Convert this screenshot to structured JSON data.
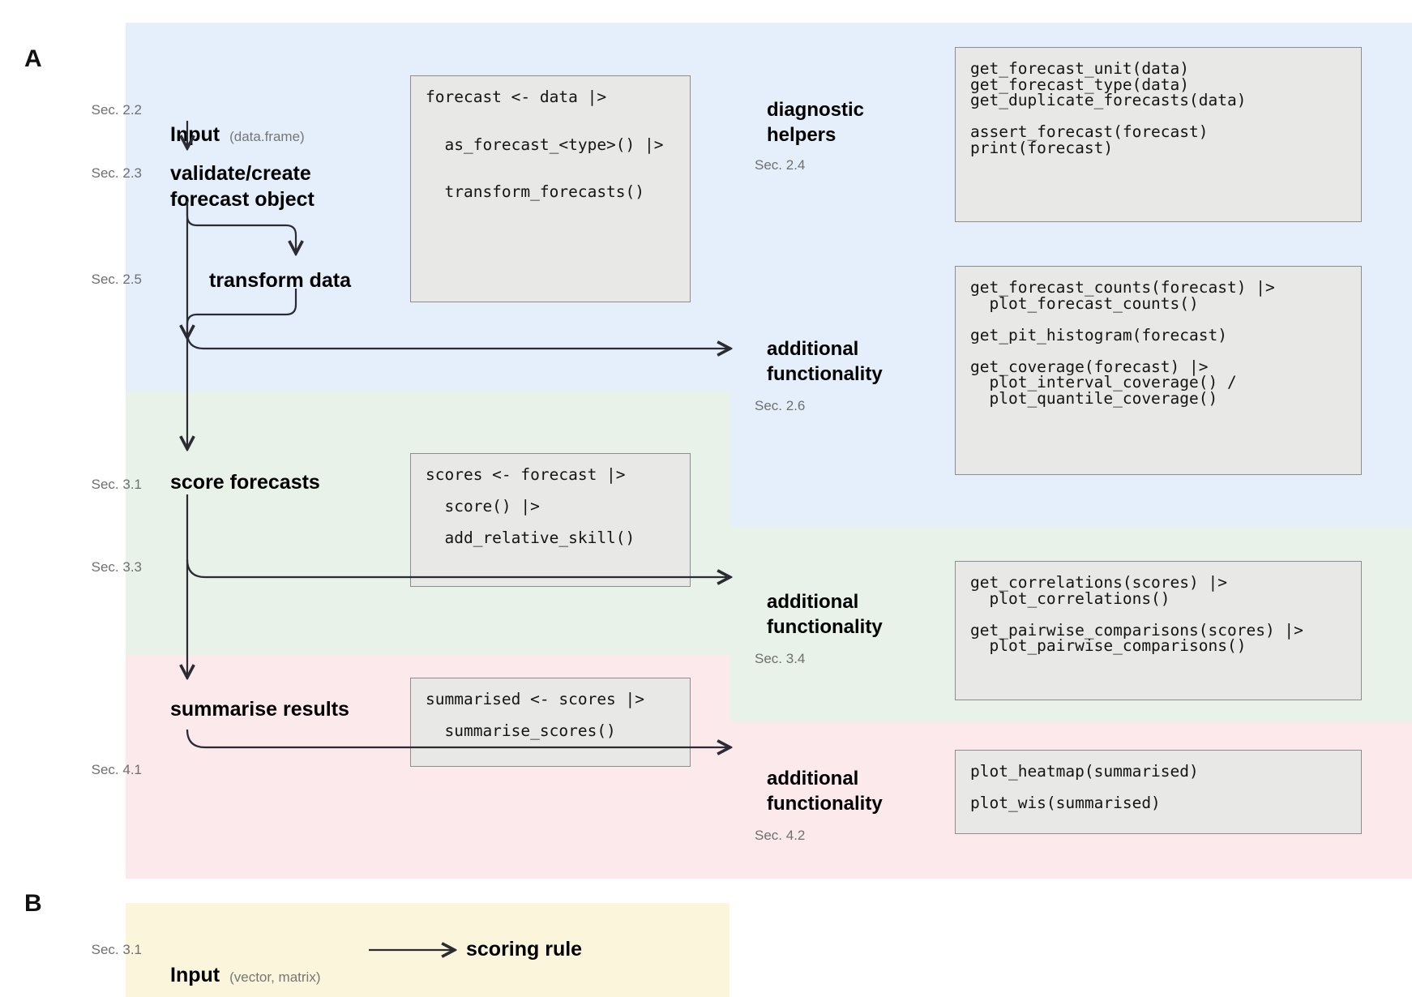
{
  "figure": {
    "panels": [
      {
        "letter": "A"
      },
      {
        "letter": "B"
      }
    ],
    "colors": {
      "band_blue": "#e5effb",
      "band_green": "#e9f2e9",
      "band_pink": "#fbe9ec",
      "band_yellow": "#fbf5dc",
      "code_bg": "#e8e8e6",
      "code_border": "#8d8d8d",
      "arrow": "#2b2b33",
      "section_tag": "#6f6f6f",
      "sub_label": "#767676"
    }
  },
  "panel_a": {
    "section_tags": [
      {
        "id": "sec-2-2",
        "label": "Sec. 2.2"
      },
      {
        "id": "sec-2-3",
        "label": "Sec. 2.3"
      },
      {
        "id": "sec-2-5",
        "label": "Sec. 2.5"
      },
      {
        "id": "sec-3-1",
        "label": "Sec. 3.1"
      },
      {
        "id": "sec-3-3",
        "label": "Sec. 3.3"
      },
      {
        "id": "sec-4-1",
        "label": "Sec. 4.1"
      }
    ],
    "steps": {
      "input": {
        "label": "Input",
        "sub": "(data.frame)"
      },
      "validate": {
        "label": "validate/create\nforecast object"
      },
      "transform": {
        "label": "transform data"
      },
      "score": {
        "label": "score forecasts"
      },
      "summarise": {
        "label": "summarise results"
      }
    },
    "code_blocks": {
      "pipeline_forecast": "forecast <- data |>\n\n\n  as_forecast_<type>() |>\n\n\n  transform_forecasts()",
      "pipeline_score": "scores <- forecast |>\n\n  score() |>\n\n  add_relative_skill()",
      "pipeline_summarise": "summarised <- scores |>\n\n  summarise_scores()"
    },
    "right_groups": [
      {
        "id": "diagnostic-helpers",
        "heading": "diagnostic\nhelpers",
        "section": "Sec. 2.4",
        "code": "get_forecast_unit(data)\nget_forecast_type(data)\nget_duplicate_forecasts(data)\n\nassert_forecast(forecast)\nprint(forecast)"
      },
      {
        "id": "additional-functionality-2-6",
        "heading": "additional\nfunctionality",
        "section": "Sec. 2.6",
        "code": "get_forecast_counts(forecast) |>\n  plot_forecast_counts()\n\nget_pit_histogram(forecast)\n\nget_coverage(forecast) |>\n  plot_interval_coverage() /\n  plot_quantile_coverage()"
      },
      {
        "id": "additional-functionality-3-4",
        "heading": "additional\nfunctionality",
        "section": "Sec. 3.4",
        "code": "get_correlations(scores) |>\n  plot_correlations()\n\nget_pairwise_comparisons(scores) |>\n  plot_pairwise_comparisons()"
      },
      {
        "id": "additional-functionality-4-2",
        "heading": "additional\nfunctionality",
        "section": "Sec. 4.2",
        "code": "plot_heatmap(summarised)\n\nplot_wis(summarised)"
      }
    ]
  },
  "panel_b": {
    "section_tag": "Sec. 3.1",
    "input": {
      "label": "Input",
      "sub": "(vector, matrix)"
    },
    "target": {
      "label": "scoring rule"
    }
  }
}
